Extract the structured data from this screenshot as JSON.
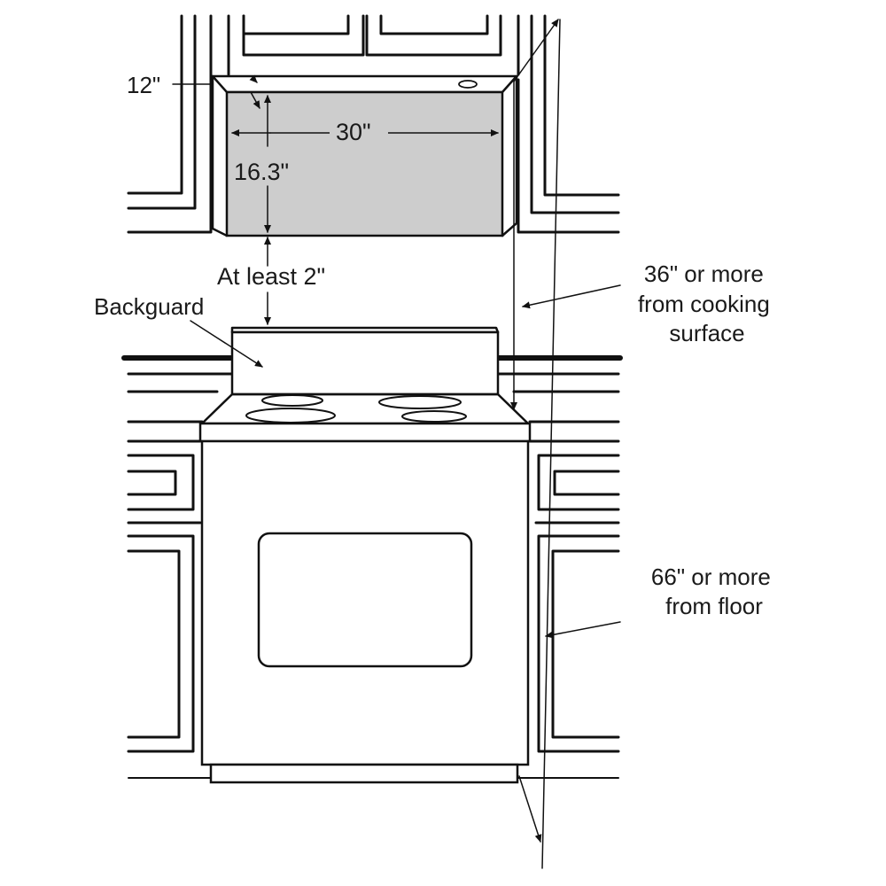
{
  "dimensions": {
    "depth": "12\"",
    "width": "30\"",
    "height": "16.3\"",
    "clearance_backguard": "At least 2\"",
    "backguard_label": "Backguard",
    "cooking_surface": [
      "36\" or more",
      "from cooking",
      "surface"
    ],
    "floor": [
      "66\" or more",
      "from floor"
    ]
  },
  "colors": {
    "microwave_front": "#cdcdcd",
    "line": "#111111",
    "background": "#ffffff"
  }
}
